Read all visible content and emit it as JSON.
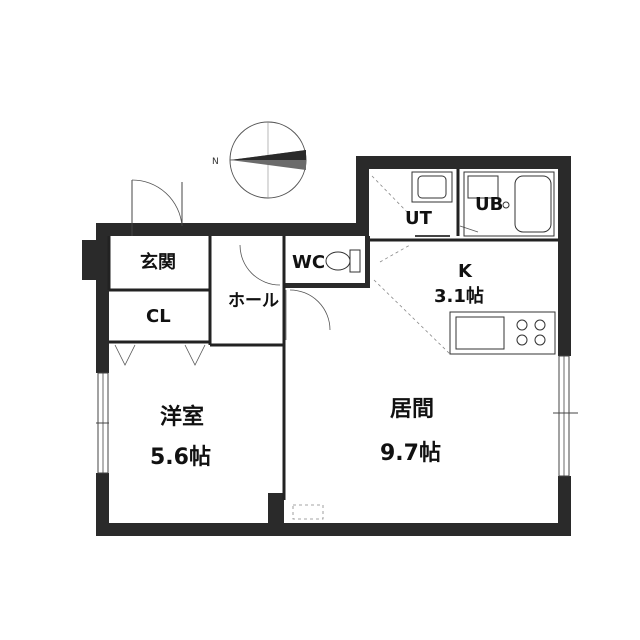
{
  "compass": {
    "north_label": "N",
    "icon": "compass-rose-icon"
  },
  "rooms": {
    "entrance": {
      "label": "玄関"
    },
    "closet": {
      "label": "CL"
    },
    "hall": {
      "label": "ホール"
    },
    "toilet": {
      "label": "WC"
    },
    "utility": {
      "label": "UT"
    },
    "bath": {
      "label": "UB"
    },
    "kitchen": {
      "label": "K",
      "size": "3.1帖"
    },
    "western_room": {
      "label": "洋室",
      "size": "5.6帖"
    },
    "living": {
      "label": "居間",
      "size": "9.7帖"
    }
  },
  "colors": {
    "wall": "#2a2a2a",
    "fixture": "#333333",
    "background": "#ffffff"
  }
}
